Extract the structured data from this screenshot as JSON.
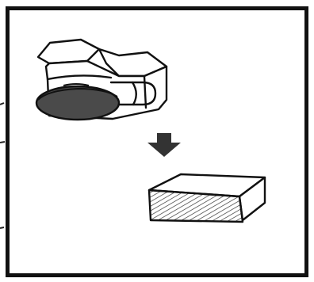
{
  "figure": {
    "panels": [
      "package-with-disc",
      "down-arrow",
      "hatched-block"
    ]
  },
  "colors": {
    "ink": "#111111",
    "disc_fill": "#4a4a4a",
    "background": "#ffffff"
  }
}
